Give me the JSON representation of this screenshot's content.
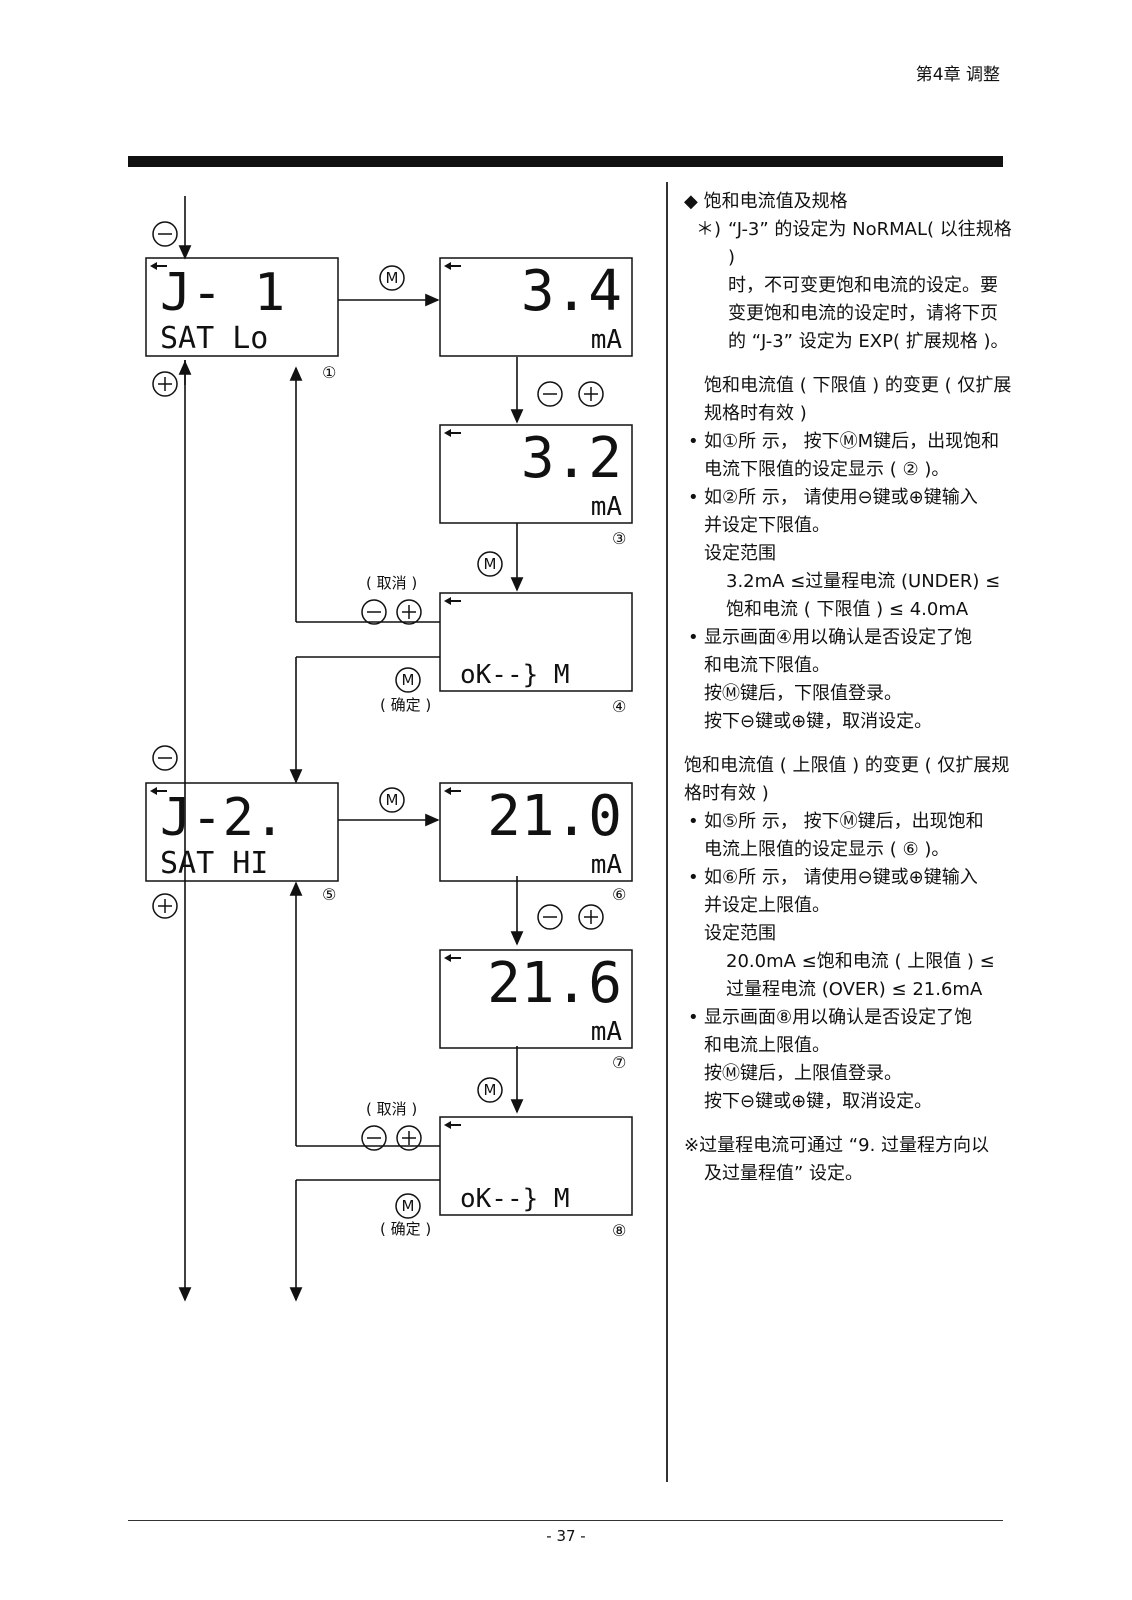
{
  "header": {
    "chapter": "第4章 调整"
  },
  "page_number": "- 37 -",
  "diagram": {
    "key_minus": "−",
    "key_plus": "+",
    "key_m": "M",
    "cancel_label": "( 取消 )",
    "confirm_label": "( 确定 )",
    "screens": [
      {
        "id": "j1",
        "line1": "J- 1",
        "line2": "SAT Lo",
        "num": "①"
      },
      {
        "id": "v34",
        "line1": "3.4",
        "line2": "mA"
      },
      {
        "id": "v32",
        "line1": "3.2",
        "line2": "mA",
        "num": "③"
      },
      {
        "id": "ok1",
        "line1": "",
        "line2": "oK--} M",
        "num": "④"
      },
      {
        "id": "j2",
        "line1": "J-2.",
        "line2": "SAT HI",
        "num": "⑤"
      },
      {
        "id": "v210",
        "line1": "21.0",
        "line2": "mA",
        "num": "⑥"
      },
      {
        "id": "v216",
        "line1": "21.6",
        "line2": "mA",
        "num": "⑦"
      },
      {
        "id": "ok2",
        "line1": "",
        "line2": "oK--} M",
        "num": "⑧"
      }
    ]
  },
  "text": {
    "section_title": "◆ 饱和电流值及规格",
    "note_mark": "＊)",
    "note_lines": [
      "“J-3” 的设定为 NoRMAL( 以往规格 )",
      "时，不可变更饱和电流的设定。要",
      "变更饱和电流的设定时，请将下页",
      "的 “J-3” 设定为 EXP( 扩展规格 )。"
    ],
    "lower": {
      "title": [
        "饱和电流值 ( 下限值 ) 的变更 ( 仅扩展",
        "规格时有效 )"
      ],
      "b1": [
        "如①所 示， 按下ⓂM键后，出现饱和",
        "电流下限值的设定显示 ( ② )。"
      ],
      "b2": [
        "如②所 示， 请使用⊖键或⊕键输入",
        "并设定下限值。"
      ],
      "range_label": "设定范围",
      "range": [
        "3.2mA ≤过量程电流 (UNDER) ≤",
        "饱和电流 ( 下限值 ) ≤ 4.0mA"
      ],
      "b3": [
        "显示画面④用以确认是否设定了饱",
        "和电流下限值。"
      ],
      "l1": "按Ⓜ键后，下限值登录。",
      "l2": "按下⊖键或⊕键，取消设定。"
    },
    "upper": {
      "title": [
        "饱和电流值 ( 上限值 ) 的变更 ( 仅扩展规",
        "格时有效 )"
      ],
      "b1": [
        "如⑤所 示， 按下Ⓜ键后，出现饱和",
        "电流上限值的设定显示 ( ⑥ )。"
      ],
      "b2": [
        "如⑥所 示， 请使用⊖键或⊕键输入",
        "并设定上限值。"
      ],
      "range_label": "设定范围",
      "range": [
        "20.0mA ≤饱和电流 ( 上限值 ) ≤",
        "过量程电流 (OVER) ≤ 21.6mA"
      ],
      "b3": [
        "显示画面⑧用以确认是否设定了饱",
        "和电流上限值。"
      ],
      "l1": "按Ⓜ键后，上限值登录。",
      "l2": "按下⊖键或⊕键，取消设定。"
    },
    "footnote": [
      "※过量程电流可通过 “9. 过量程方向以",
      "及过量程值” 设定。"
    ]
  }
}
